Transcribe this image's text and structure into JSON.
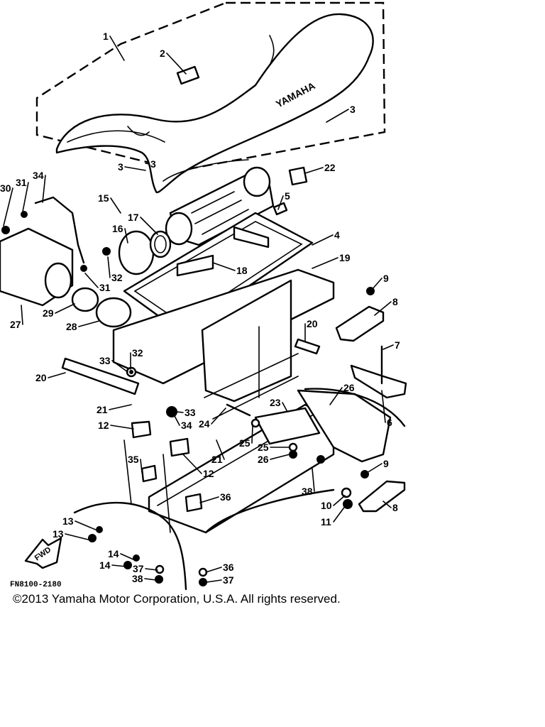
{
  "diagram": {
    "brand_on_seat": "YAMAHA",
    "figure_code": "FN8100-2180",
    "fwd_label": "FWD",
    "copyright": "©2013 Yamaha Motor Corporation, U.S.A. All rights reserved.",
    "callouts": [
      "1",
      "2",
      "3",
      "3",
      "3",
      "4",
      "5",
      "6",
      "7",
      "8",
      "8",
      "9",
      "9",
      "10",
      "11",
      "12",
      "12",
      "13",
      "13",
      "14",
      "14",
      "15",
      "16",
      "17",
      "18",
      "19",
      "20",
      "20",
      "21",
      "21",
      "22",
      "23",
      "24",
      "25",
      "25",
      "26",
      "26",
      "27",
      "28",
      "29",
      "30",
      "31",
      "31",
      "32",
      "32",
      "33",
      "33",
      "34",
      "34",
      "35",
      "36",
      "36",
      "37",
      "37",
      "38",
      "38"
    ]
  }
}
